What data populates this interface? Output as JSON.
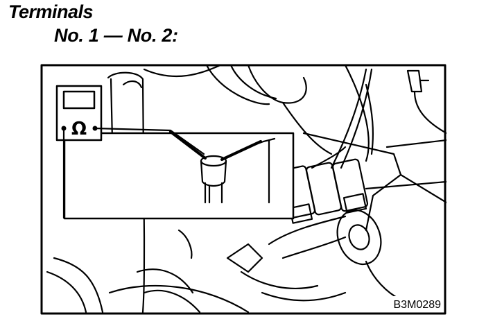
{
  "heading": "Terminals",
  "subheading": "No. 1 — No. 2:",
  "figure": {
    "meter_symbol": "Ω",
    "figure_code": "B3M0289"
  },
  "colors": {
    "ink": "#000000",
    "paper": "#ffffff"
  }
}
